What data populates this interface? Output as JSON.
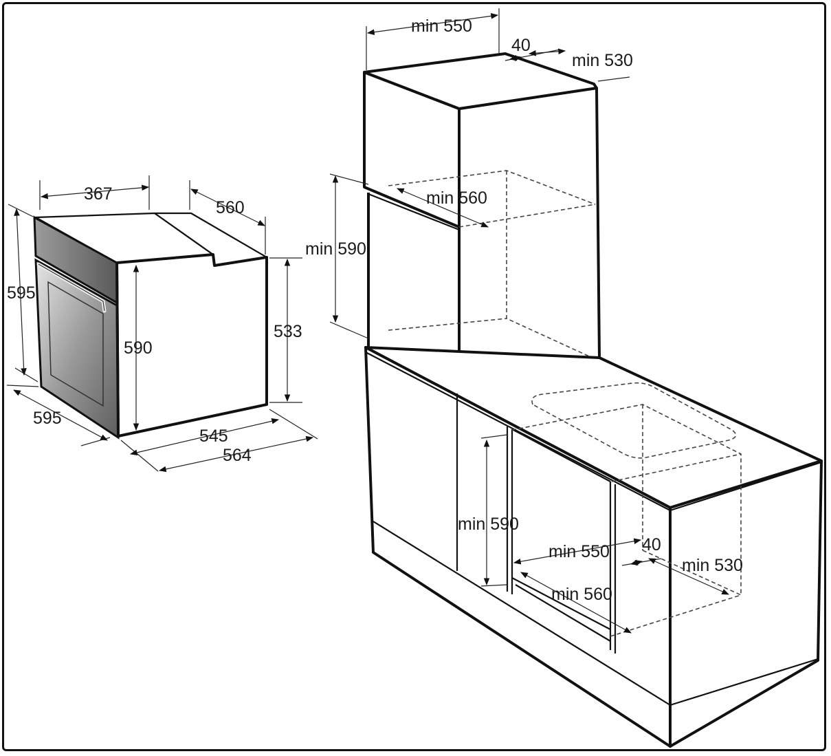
{
  "oven_dimensions": {
    "top_width": "367",
    "top_depth": "560",
    "front_height": "595",
    "side_height": "590",
    "back_height": "533",
    "front_width": "595",
    "body_depth": "545",
    "total_depth": "564"
  },
  "tall_cabinet": {
    "top_width": "min 550",
    "top_gap": "40",
    "top_depth": "min 530",
    "niche_height": "min 590",
    "niche_depth": "min 560"
  },
  "base_cabinet": {
    "niche_height": "min 590",
    "niche_width": "min 550",
    "gap": "40",
    "depth": "min 530",
    "niche_depth": "min 560"
  },
  "colors": {
    "line": "#111111",
    "door_light": "#d8d8d8",
    "door_dark": "#6a6a6a"
  }
}
